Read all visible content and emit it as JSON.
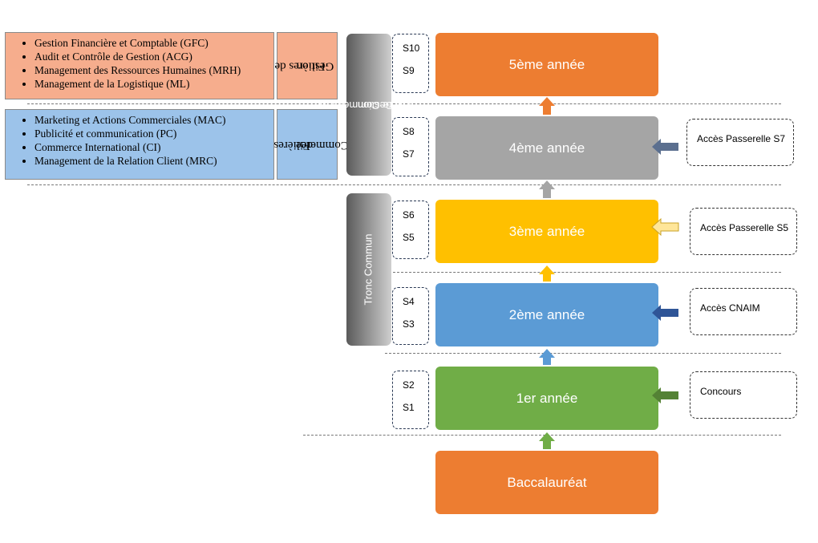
{
  "filieres": {
    "gestion": {
      "items": [
        "Gestion Financière et Comptable (GFC)",
        "Audit et Contrôle de Gestion (ACG)",
        "Management des Ressources Humaines (MRH)",
        "Management de la Logistique (ML)"
      ],
      "label_line1": "Filières de",
      "label_line2": "Gestion"
    },
    "commerce": {
      "items": [
        "Marketing et Actions Commerciales (MAC)",
        "Publicité et communication (PC)",
        "Commerce International (CI)",
        "Management de la Relation Client (MRC)"
      ],
      "label_line1": "Filières",
      "label_line2": "de",
      "label_line3": "Commerce"
    }
  },
  "bars": {
    "filiere_line1": "Filière Commerce ou",
    "filiere_line2": "Gestion",
    "tronc": "Tronc Commun"
  },
  "semesters": [
    [
      "S10",
      "S9"
    ],
    [
      "S8",
      "S7"
    ],
    [
      "S6",
      "S5"
    ],
    [
      "S4",
      "S3"
    ],
    [
      "S2",
      "S1"
    ]
  ],
  "years": [
    {
      "label": "5ème année",
      "color": "#ed7d31"
    },
    {
      "label": "4ème année",
      "color": "#a5a5a5"
    },
    {
      "label": "3ème année",
      "color": "#ffc000"
    },
    {
      "label": "2ème année",
      "color": "#5b9bd5"
    },
    {
      "label": "1er année",
      "color": "#70ad47"
    },
    {
      "label": "Baccalauréat",
      "color": "#ed7d31"
    }
  ],
  "access": [
    {
      "label": "Accès Passerelle S7",
      "arrow_color": "#5b6f8f"
    },
    {
      "label": "Accès Passerelle S5",
      "arrow_color": "#ffe699"
    },
    {
      "label": "Accès CNAIM",
      "arrow_color": "#2f5597"
    },
    {
      "label": "Concours",
      "arrow_color": "#548235"
    }
  ]
}
